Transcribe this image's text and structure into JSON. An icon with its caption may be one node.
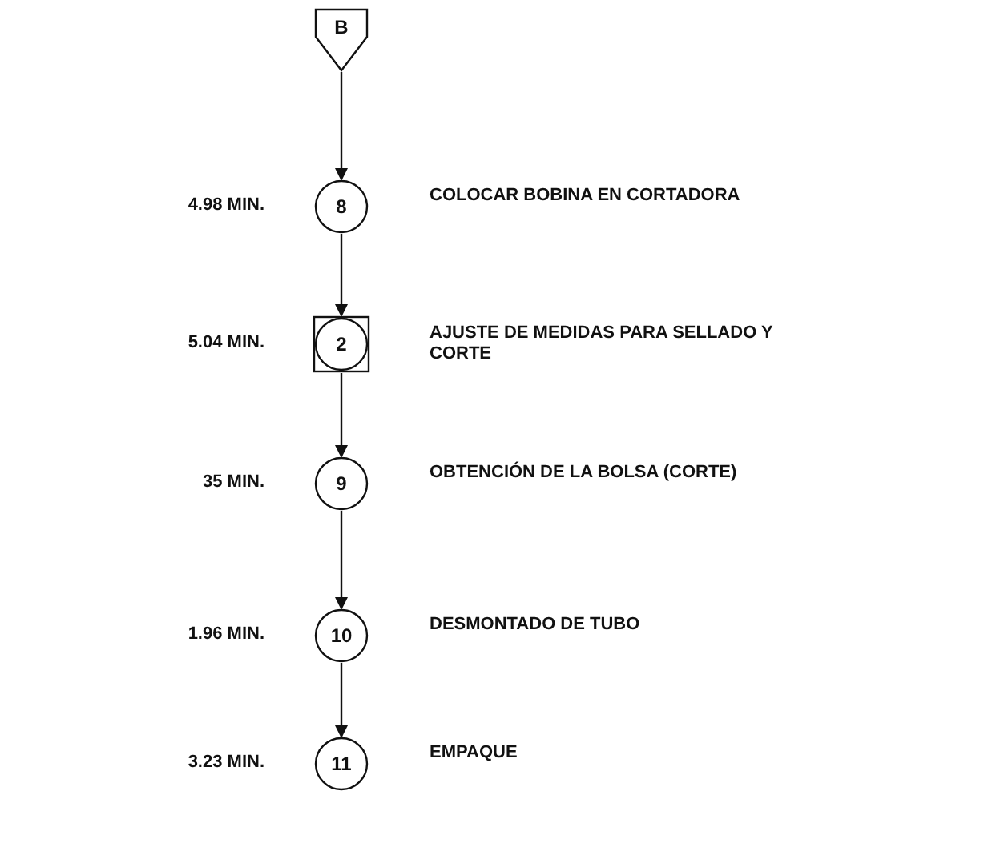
{
  "diagram": {
    "nodes": [
      {
        "text": [
          "B"
        ]
      },
      {
        "text": [
          "8"
        ],
        "beside": [
          "4.98 MIN.",
          "COLOCAR BOBINA EN CORTADORA"
        ]
      },
      {
        "text": [
          "2"
        ],
        "beside": [
          "5.04 MIN.",
          "AJUSTE DE MEDIDAS PARA SELLADO Y CORTE"
        ]
      },
      {
        "text": [
          "9"
        ],
        "beside": [
          "35 MIN.",
          "OBTENCIÓN DE LA BOLSA (CORTE)"
        ]
      },
      {
        "text": [
          "10"
        ],
        "beside": [
          "1.96 MIN.",
          "DESMONTADO DE TUBO"
        ]
      },
      {
        "text": [
          "11"
        ],
        "beside": [
          "3.23 MIN.",
          "EMPAQUE"
        ]
      }
    ],
    "edges": [
      {
        "from": 0,
        "to": 1,
        "arrow": "to"
      },
      {
        "from": 1,
        "to": 2,
        "arrow": "to"
      },
      {
        "from": 2,
        "to": 3,
        "arrow": "to"
      },
      {
        "from": 3,
        "to": 4,
        "arrow": "to"
      },
      {
        "from": 4,
        "to": 5,
        "arrow": "to"
      }
    ]
  }
}
